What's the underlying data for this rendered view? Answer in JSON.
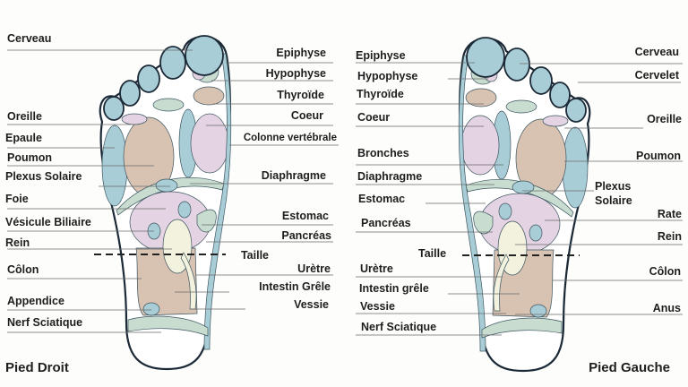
{
  "right_foot": {
    "title": "Pied Droit",
    "left_labels": [
      "Cerveau",
      "Oreille",
      "Epaule",
      "Poumon",
      "Plexus Solaire",
      "Foie",
      "Vésicule Biliaire",
      "Rein",
      "Côlon",
      "Appendice",
      "Nerf Sciatique"
    ],
    "right_labels": [
      "Epiphyse",
      "Hypophyse",
      "Thyroïde",
      "Coeur",
      "Colonne vertébrale",
      "Diaphragme",
      "Estomac",
      "Pancréas",
      "Taille",
      "Urètre",
      "Intestin Grêle",
      "Vessie"
    ]
  },
  "left_foot": {
    "title": "Pied Gauche",
    "left_labels": [
      "Epiphyse",
      "Hypophyse",
      "Thyroïde",
      "Coeur",
      "Bronches",
      "Diaphragme",
      "Estomac",
      "Pancréas",
      "Taille",
      "Urètre",
      "Intestin grêle",
      "Vessie",
      "Nerf Sciatique"
    ],
    "right_labels": [
      "Cerveau",
      "Cervelet",
      "Oreille",
      "Poumon",
      "Plexus",
      "Solaire",
      "Rate",
      "Rein",
      "Côlon",
      "Anus"
    ]
  },
  "colors": {
    "zone_blue": "#a9cdd6",
    "zone_tan": "#d8c2b2",
    "zone_pink": "#e4d3e3",
    "zone_green": "#c8ddd0",
    "zone_cream": "#f2f2de",
    "outline": "#1c2a38"
  }
}
